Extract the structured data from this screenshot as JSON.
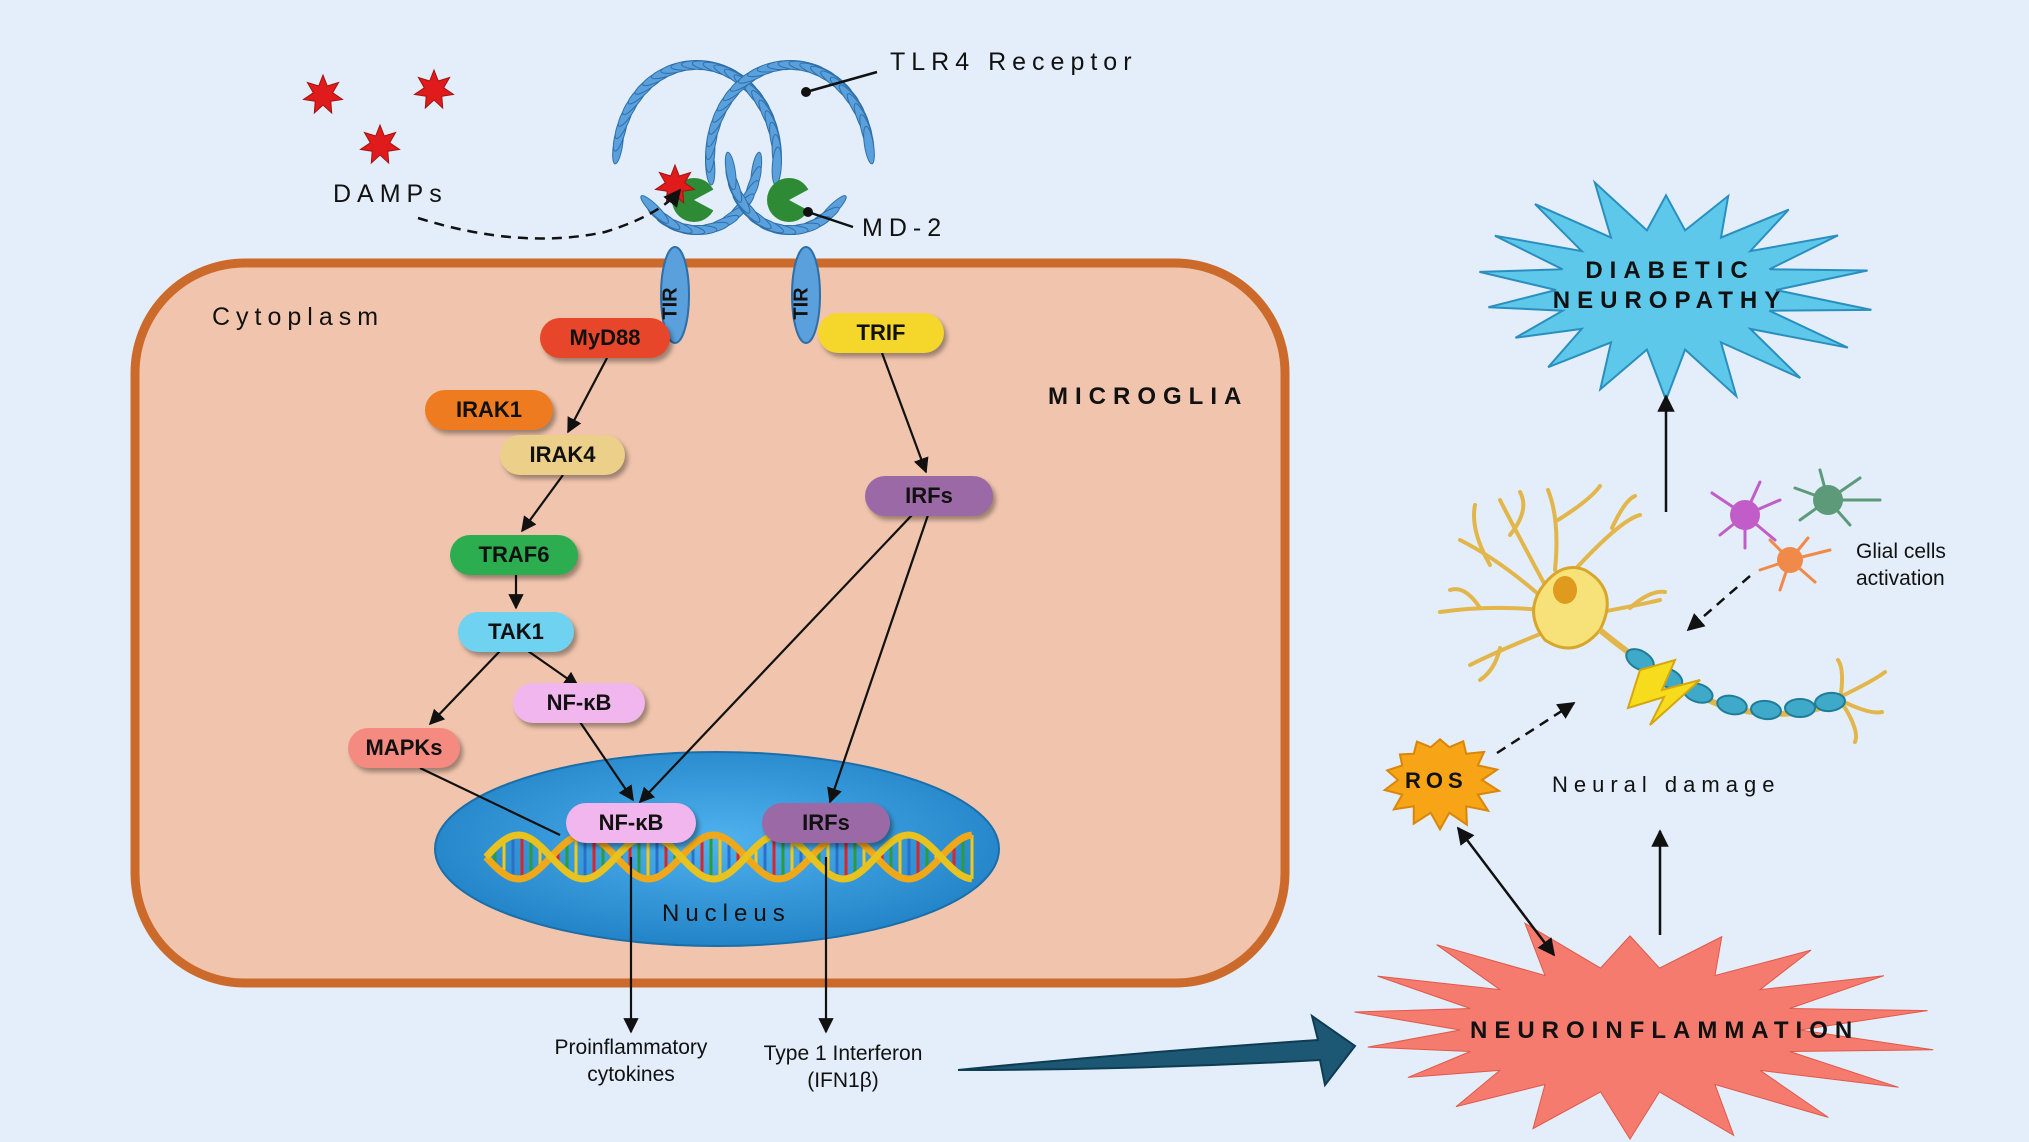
{
  "labels": {
    "tlr4_receptor": "TLR4 Receptor",
    "damps": "DAMPs",
    "md2": "MD-2",
    "cytoplasm": "Cytoplasm",
    "microglia": "MICROGLIA",
    "tir_left": "TIR",
    "tir_right": "TIR",
    "nucleus": "Nucleus",
    "proinflammatory_line1": "Proinflammatory",
    "proinflammatory_line2": "cytokines",
    "interferon_line1": "Type 1 Interferon",
    "interferon_line2": "(IFN1β)",
    "diabetic_line1": "DIABETIC",
    "diabetic_line2": "NEUROPATHY",
    "glial_line1": "Glial cells",
    "glial_line2": "activation",
    "ros": "ROS",
    "neural_damage": "Neural damage",
    "neuroinflammation": "NEUROINFLAMMATION"
  },
  "nodes": {
    "myd88": "MyD88",
    "irak1": "IRAK1",
    "irak4": "IRAK4",
    "traf6": "TRAF6",
    "tak1": "TAK1",
    "nfkb_cyto": "NF-κB",
    "mapks": "MAPKs",
    "nfkb_nuc": "NF-κB",
    "irfs_nuc": "IRFs",
    "trif": "TRIF",
    "irfs_cyto": "IRFs"
  },
  "colors": {
    "background": "#e3eefa",
    "cell_fill": "#f1c5ad",
    "cell_border": "#cc6a2c",
    "nucleus": "#2a8fd4",
    "receptor": "#5aa0dc",
    "md2": "#2f8a36",
    "damp": "#e01b1b",
    "diabetic_star": "#5ec8ea",
    "neuroinflammation_star": "#f47b6e",
    "ros_star": "#f7a416",
    "big_arrow": "#1c5874",
    "myd88": "#e8462a",
    "irak1": "#ee7b1f",
    "irak4": "#ecd08a",
    "traf6": "#2cae50",
    "tak1": "#6fd2f0",
    "nfkb": "#f2b6ef",
    "mapks": "#f58b80",
    "irfs": "#9b6aa6",
    "trif": "#f5d62a"
  }
}
